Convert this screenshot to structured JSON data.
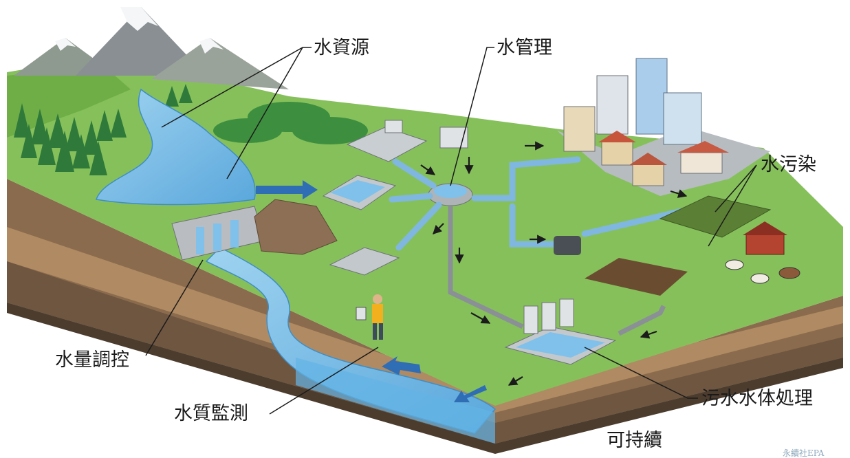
{
  "labels": {
    "water_resources": "水資源",
    "water_management": "水管理",
    "water_pollution": "水污染",
    "water_quantity_regulation": "水量調控",
    "water_quality_monitoring": "水質監測",
    "wastewater_treatment": "污水水体処理",
    "sustainability": "可持續"
  },
  "watermark": "永續社EPA"
}
